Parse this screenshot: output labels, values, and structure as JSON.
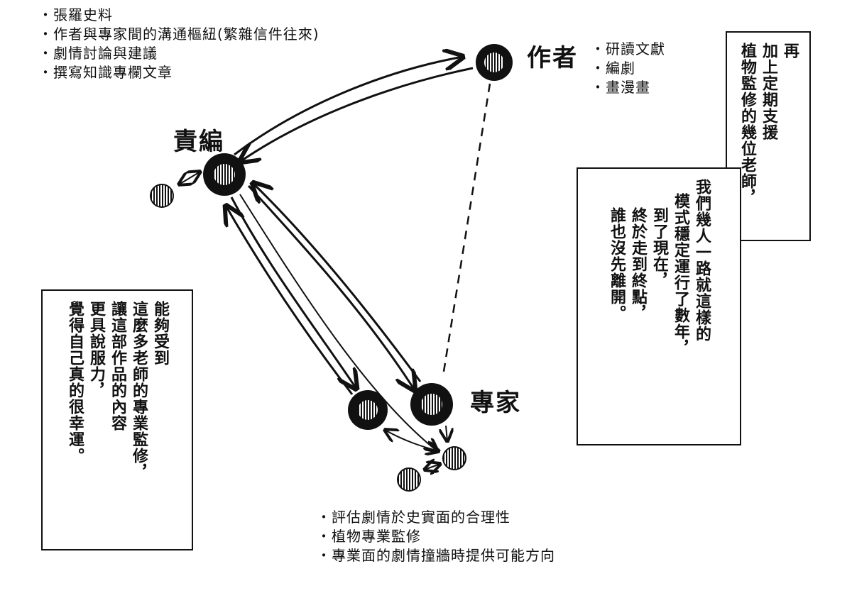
{
  "editor_tasks": [
    "張羅史料",
    "作者與專家間的溝通樞紐(繁雜信件往來)",
    "劇情討論與建議",
    "撰寫知識專欄文章"
  ],
  "author_tasks": [
    "研讀文獻",
    "編劇",
    "畫漫畫"
  ],
  "expert_tasks": [
    "評估劇情於史實面的合理性",
    "植物專業監修",
    "專業面的劇情撞牆時提供可能方向"
  ],
  "nodes": {
    "editor": "責編",
    "author": "作者",
    "expert": "專家"
  },
  "right_top_box": [
    "再",
    "加上定期支援",
    "植物監修的幾位老師，"
  ],
  "right_main_box": [
    "我們幾人一路就這樣的",
    "模式穩定運行了數年，",
    "到了現在，",
    "終於走到終點，",
    "誰也沒先離開。"
  ],
  "left_box": [
    "能夠受到",
    "這麼多老師的專業監修，",
    "讓這部作品的內容",
    "更具說服力，",
    "覺得自己真的很幸運。"
  ]
}
